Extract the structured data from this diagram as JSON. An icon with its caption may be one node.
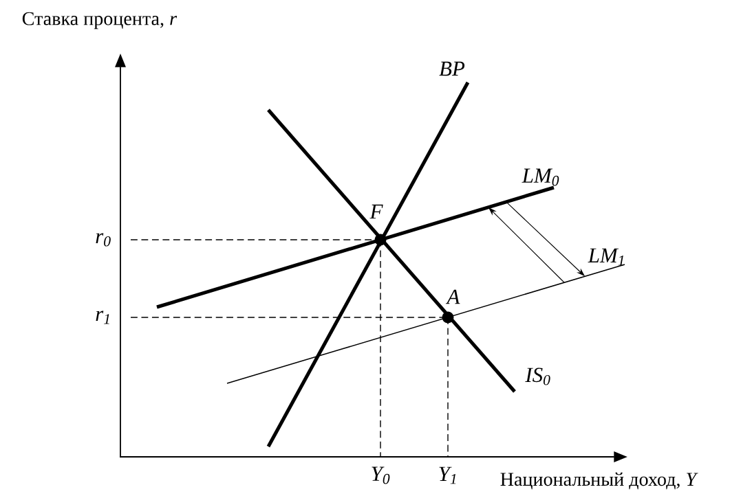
{
  "diagram": {
    "nodes": [
      {
        "text": [],
        "shape": "line",
        "beside": [
          "LM$_{0}$"
        ]
      },
      {
        "text": [],
        "shape": "line",
        "beside": [
          "LM$_{1}$"
        ]
      }
    ],
    "edges": [
      {
        "from": 0,
        "to": 1,
        "arrow": "to"
      },
      {
        "from": 1,
        "to": 0,
        "arrow": "to"
      }
    ],
    "labels": [
      "Ставка процента, *r*",
      "BP",
      "F",
      "r$_{0}$",
      "A",
      "r$_{1}$",
      "IS$_{0}$",
      "Y$_{0}$",
      "Y$_{1}$",
      "Национальный доход, *Y*"
    ]
  }
}
